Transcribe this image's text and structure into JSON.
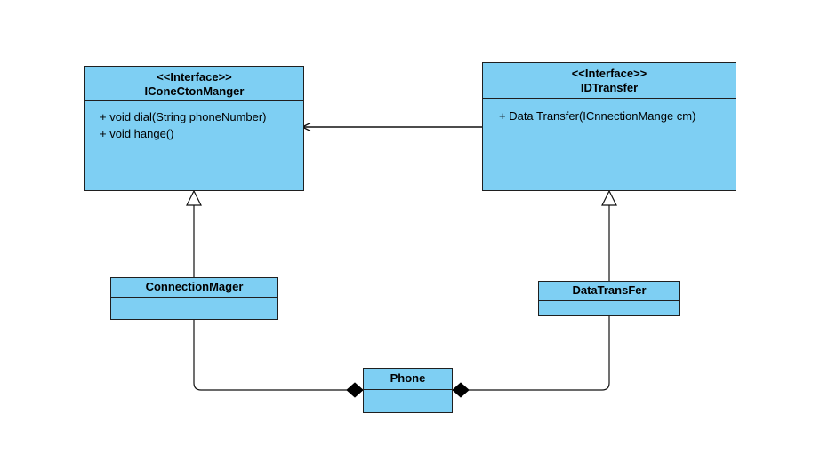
{
  "diagram": {
    "background_color": "#ffffff",
    "box_fill_color": "#7ecff3",
    "line_color": "#1f1f1f",
    "classes": {
      "iconnection": {
        "stereotype": "<<Interface>>",
        "name": "IConeCtonManger",
        "methods": [
          "+ void dial(String phoneNumber)",
          "+ void hange()"
        ]
      },
      "idtransfer": {
        "stereotype": "<<Interface>>",
        "name": "IDTransfer",
        "methods": [
          "+ Data Transfer(ICnnectionMange cm)"
        ]
      },
      "connection_manager": {
        "name": "ConnectionMager"
      },
      "data_transfer": {
        "name": "DataTransFer"
      },
      "phone": {
        "name": "Phone"
      }
    },
    "relationships": [
      "dependency: IDTransfer -> IConeCtonManger",
      "realization: ConnectionMager -> IConeCtonManger",
      "realization: DataTransFer -> IDTransfer",
      "composition: Phone <- ConnectionMager",
      "composition: Phone <- DataTransFer"
    ]
  }
}
